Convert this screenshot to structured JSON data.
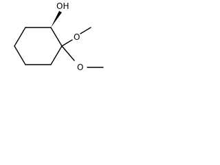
{
  "molecule": {
    "colors": {
      "bond": "#000000",
      "label": "#000000",
      "background": "#ffffff"
    },
    "labels": {
      "hydroxyl": "OH",
      "methoxy_upper": "O",
      "methoxy_lower": "O"
    }
  }
}
